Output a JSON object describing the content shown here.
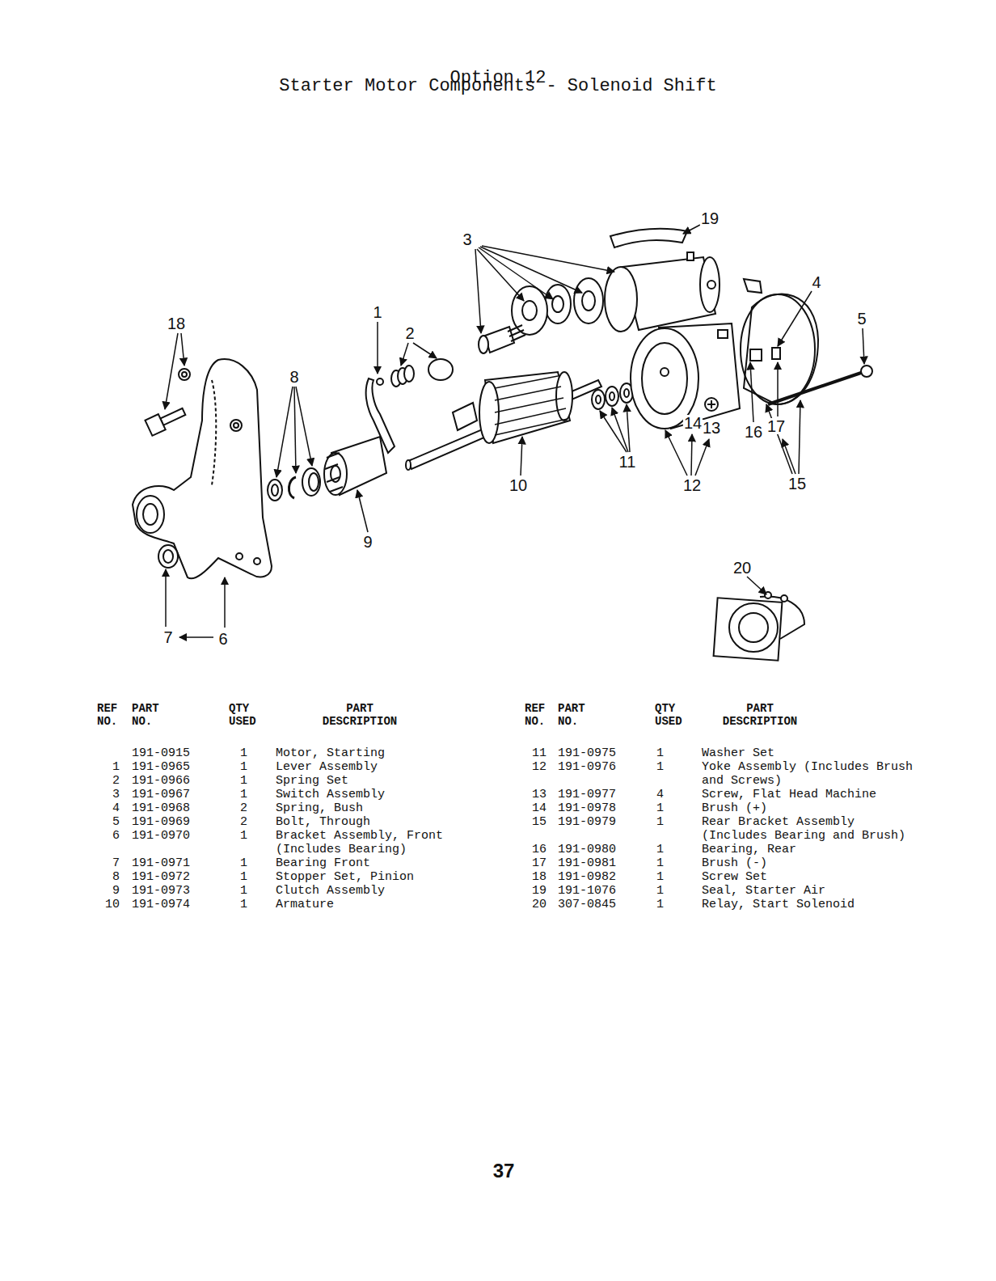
{
  "diagram": {
    "title": "Option 12",
    "labels": [
      "Starter Motor Components - Solenoid Shift",
      "19",
      "3",
      "4",
      "5",
      "18",
      "1",
      "2",
      "8",
      "14",
      "13",
      "16",
      "17",
      "11",
      "10",
      "12",
      "15",
      "9",
      "20",
      "7",
      "6",
      "REF NO.",
      "PART NO.",
      "QTY USED",
      "PART DESCRIPTION",
      "REF NO.",
      "PART NO.",
      "QTY USED",
      "PART DESCRIPTION",
      "191-0915",
      "1",
      "Motor, Starting",
      "1",
      "191-0965",
      "1",
      "Lever Assembly",
      "2",
      "191-0966",
      "1",
      "Spring Set",
      "3",
      "191-0967",
      "1",
      "Switch Assembly",
      "4",
      "191-0968",
      "2",
      "Spring, Bush",
      "5",
      "191-0969",
      "2",
      "Bolt, Through",
      "6",
      "191-0970",
      "1",
      "Bracket Assembly, Front (Includes Bearing)",
      "7",
      "191-0971",
      "1",
      "Bearing Front",
      "8",
      "191-0972",
      "1",
      "Stopper Set, Pinion",
      "9",
      "191-0973",
      "1",
      "Clutch Assembly",
      "10",
      "191-0974",
      "1",
      "Armature",
      "11",
      "191-0975",
      "1",
      "Washer Set",
      "12",
      "191-0976",
      "1",
      "Yoke Assembly (Includes Brush and Screws)",
      "13",
      "191-0977",
      "4",
      "Screw, Flat Head Machine",
      "14",
      "191-0978",
      "1",
      "Brush (+)",
      "15",
      "191-0979",
      "1",
      "Rear Bracket Assembly (Includes Bearing and Brush)",
      "16",
      "191-0980",
      "1",
      "Bearing, Rear",
      "17",
      "191-0981",
      "1",
      "Brush (-)",
      "18",
      "191-0982",
      "1",
      "Screw Set",
      "19",
      "191-1076",
      "1",
      "Seal, Starter Air",
      "20",
      "307-0845",
      "1",
      "Relay, Start Solenoid",
      "37"
    ]
  }
}
